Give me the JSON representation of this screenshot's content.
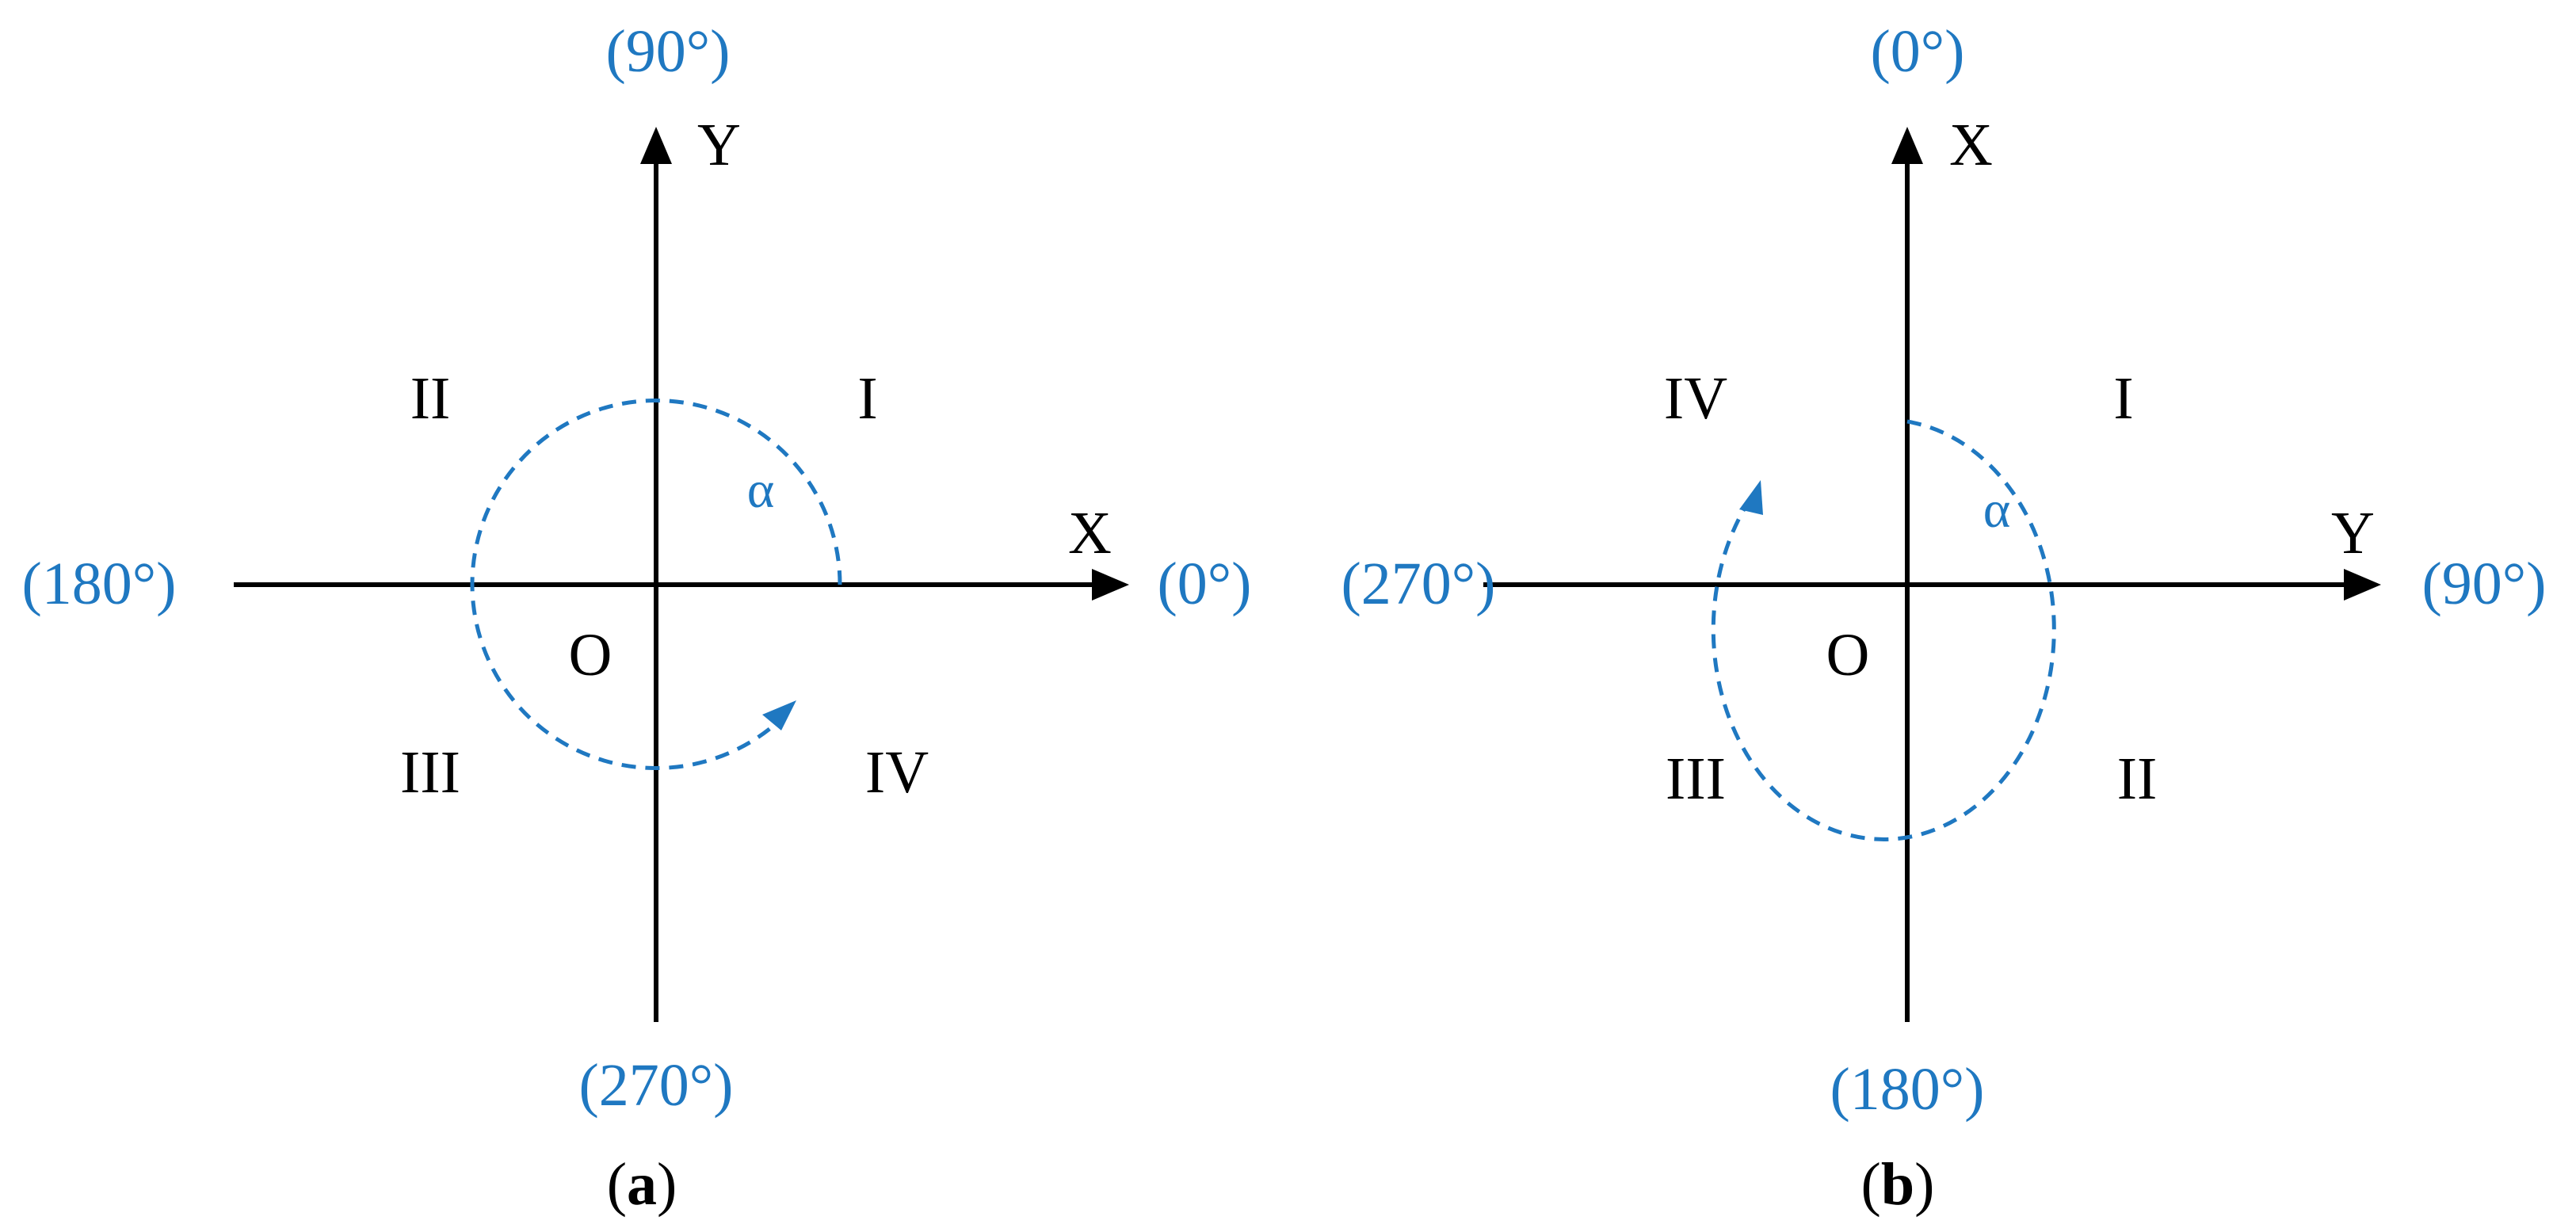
{
  "colors": {
    "accent": "#1f78c1",
    "axis": "#000000"
  },
  "panels": [
    {
      "caption_open": "(",
      "caption_letter": "a",
      "caption_close": ")",
      "horizontal_axis_label": "X",
      "vertical_axis_label": "Y",
      "origin_label": "O",
      "angle_label": "α",
      "top_angle": "(90°)",
      "right_angle": "(0°)",
      "bottom_angle": "(270°)",
      "left_angle": "(180°)",
      "quadrant_upper_right": "I",
      "quadrant_upper_left": "II",
      "quadrant_lower_left": "III",
      "quadrant_lower_right": "IV"
    },
    {
      "caption_open": "(",
      "caption_letter": "b",
      "caption_close": ")",
      "horizontal_axis_label": "Y",
      "vertical_axis_label": "X",
      "origin_label": "O",
      "angle_label": "α",
      "top_angle": "(0°)",
      "right_angle": "(90°)",
      "bottom_angle": "(180°)",
      "left_angle": "(270°)",
      "quadrant_upper_right": "I",
      "quadrant_upper_left": "IV",
      "quadrant_lower_left": "III",
      "quadrant_lower_right": "II"
    }
  ]
}
